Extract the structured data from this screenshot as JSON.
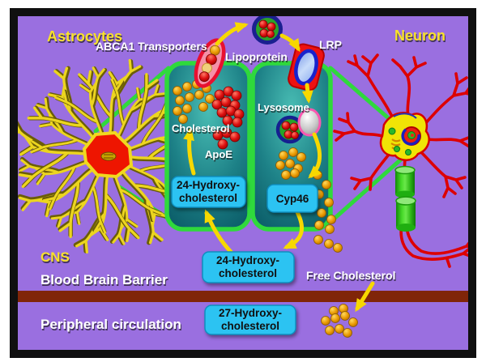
{
  "diagram": {
    "titles": {
      "astrocytes": "Astrocytes",
      "neuron": "Neuron"
    },
    "labels": {
      "abca1": "ABCA1 Transporters",
      "lipoprotein": "Lipoprotein",
      "lrp": "LRP",
      "lysosome": "Lysosome",
      "cholesterol": "Cholesterol",
      "apoe": "ApoE",
      "free_cholesterol": "Free Cholesterol",
      "cns": "CNS",
      "bbb": "Blood Brain Barrier",
      "peripheral": "Peripheral circulation"
    },
    "boxes": {
      "astrocyte_24oh": {
        "line1": "24-Hydroxy-",
        "line2": "cholesterol"
      },
      "cyp46": {
        "label": "Cyp46"
      },
      "bbb_24oh": {
        "line1": "24-Hydroxy-",
        "line2": "cholesterol"
      },
      "peripheral_27oh": {
        "line1": "27-Hydroxy-",
        "line2": "cholesterol"
      }
    },
    "colors": {
      "background": "#9a6fe0",
      "frame_black": "#101010",
      "cell_border_green": "#2fd93c",
      "cell_teal": "#116e75",
      "box_cyan": "#2cc3f2",
      "bbb_bar": "#802508",
      "arrow_yellow": "#f7d800",
      "title_yellow": "#f8e22a",
      "cholesterol_orange": "#e89800",
      "apoe_red": "#dd1111",
      "astrocyte_yellow": "#ecd51f",
      "neuron_red": "#dd0000"
    }
  }
}
